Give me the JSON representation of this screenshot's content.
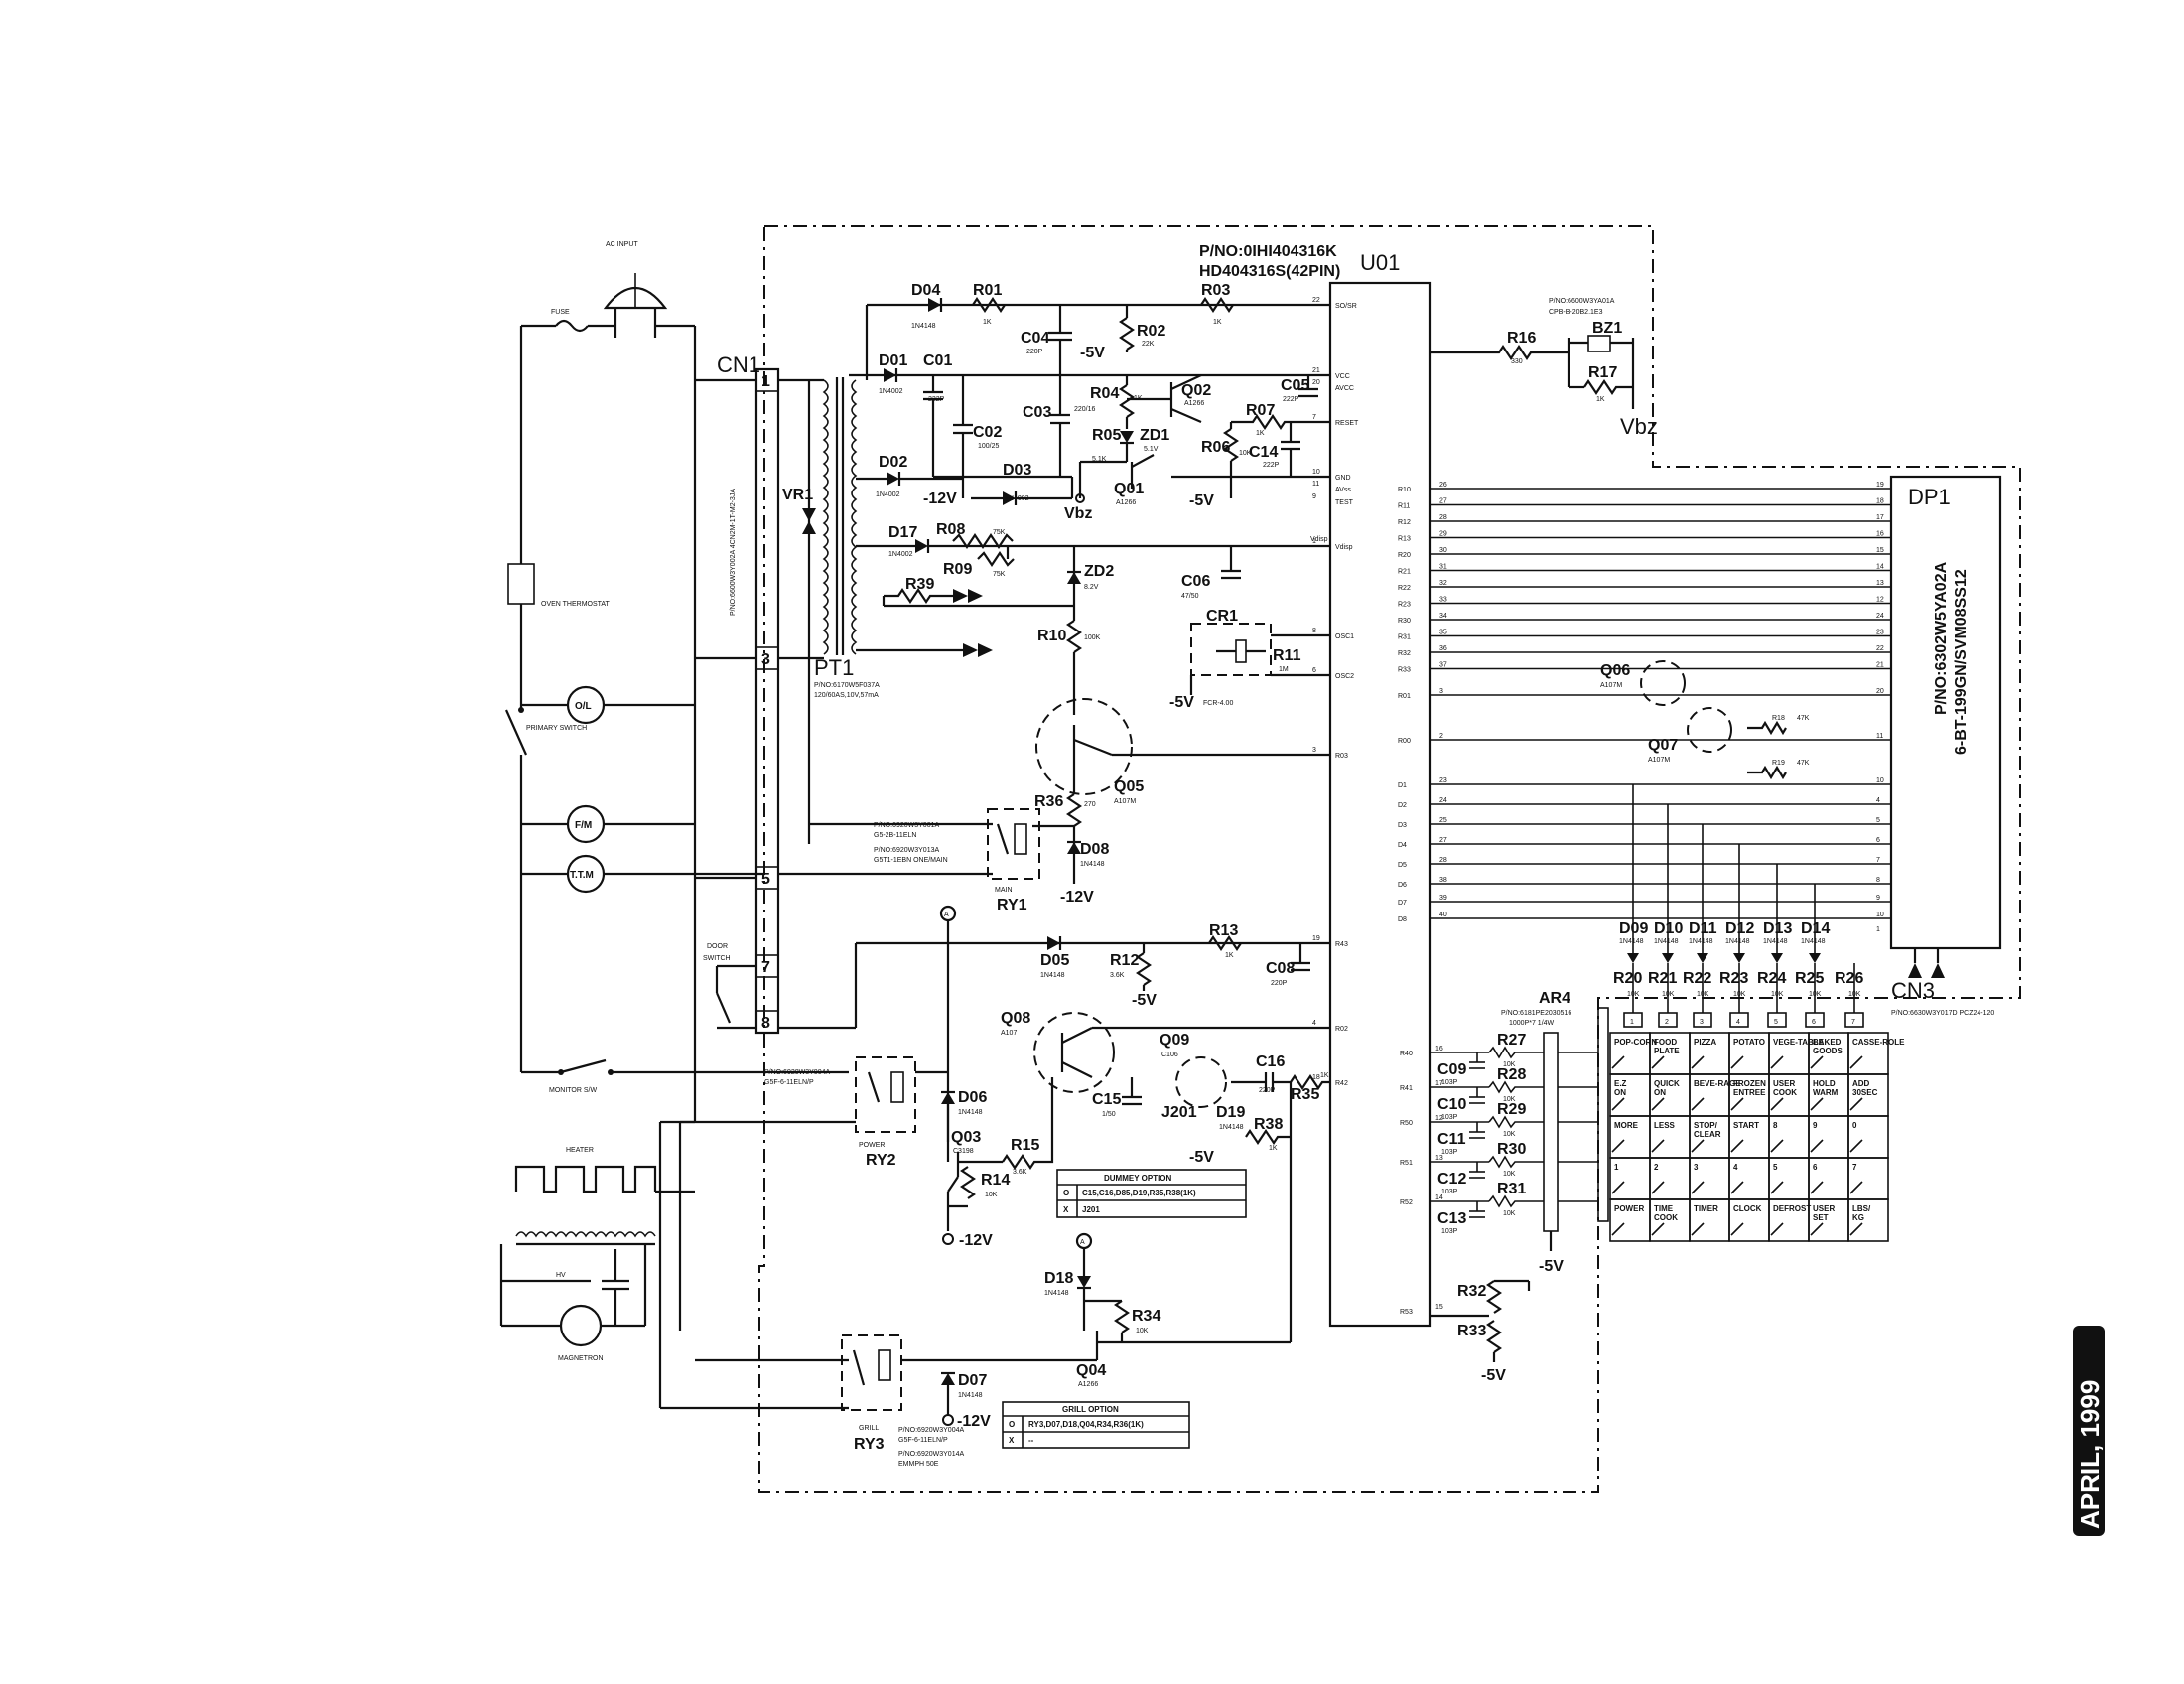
{
  "u01": {
    "label": "U01",
    "pn_line1": "P/NO:0IHI404316K",
    "pn_line2": "HD404316S(42PIN)",
    "left_pins": [
      {
        "name": "SO/SR",
        "num": "22"
      },
      {
        "name": "VCC",
        "num": "21"
      },
      {
        "name": "AVCC",
        "num": "20"
      },
      {
        "name": "RESET",
        "num": "7"
      },
      {
        "name": "GND",
        "num": "10"
      },
      {
        "name": "AVss",
        "num": "11"
      },
      {
        "name": "TEST",
        "num": "9"
      },
      {
        "name": "Vdisp",
        "num": "1"
      },
      {
        "name": "OSC1",
        "num": "8"
      },
      {
        "name": "OSC2",
        "num": "6"
      },
      {
        "name": "R03",
        "num": "3"
      },
      {
        "name": "R43",
        "num": "19"
      },
      {
        "name": "R02",
        "num": "4"
      },
      {
        "name": "R42",
        "num": "18"
      }
    ],
    "right_pins": [
      {
        "name": "R10",
        "num": "26"
      },
      {
        "name": "R11",
        "num": "27"
      },
      {
        "name": "R12",
        "num": "28"
      },
      {
        "name": "R13",
        "num": "29"
      },
      {
        "name": "R20",
        "num": "30"
      },
      {
        "name": "R21",
        "num": "31"
      },
      {
        "name": "R22",
        "num": "32"
      },
      {
        "name": "R23",
        "num": "33"
      },
      {
        "name": "R30",
        "num": "34"
      },
      {
        "name": "R31",
        "num": "35"
      },
      {
        "name": "R32",
        "num": "36"
      },
      {
        "name": "R33",
        "num": "37"
      },
      {
        "name": "R01",
        "num": "3"
      },
      {
        "name": "R00",
        "num": "2"
      },
      {
        "name": "D1",
        "num": "23"
      },
      {
        "name": "D2",
        "num": "24"
      },
      {
        "name": "D3",
        "num": "25"
      },
      {
        "name": "D4",
        "num": "27"
      },
      {
        "name": "D5",
        "num": "28"
      },
      {
        "name": "D6",
        "num": "38"
      },
      {
        "name": "D7",
        "num": "39"
      },
      {
        "name": "D8",
        "num": "40"
      }
    ],
    "key_pins": [
      {
        "name": "R40",
        "num": "16"
      },
      {
        "name": "R41",
        "num": "17"
      },
      {
        "name": "R50",
        "num": "12"
      },
      {
        "name": "R51",
        "num": "13"
      },
      {
        "name": "R52",
        "num": "14"
      },
      {
        "name": "R53",
        "num": "15"
      }
    ]
  },
  "cn1": {
    "label": "CN1",
    "pins": [
      "1",
      "3",
      "5",
      "7",
      "8"
    ],
    "side_text": "P/NO:6600W3Y002A  4CN2M-1T-M2-3JA"
  },
  "cn3": {
    "label": "CN3",
    "pn": "P/NO:6630W3Y017D  PCZ24-120"
  },
  "dp1": {
    "label": "DP1",
    "vertical_text": [
      "P/NO:6302W5YA02A",
      "6-BT-199GN/SVM08SS12"
    ],
    "pins": [
      "19",
      "18",
      "17",
      "16",
      "15",
      "14",
      "13",
      "12",
      "24",
      "23",
      "22",
      "21",
      "20",
      "11",
      "10",
      "4",
      "5",
      "6",
      "7",
      "8",
      "9",
      "10",
      "1"
    ]
  },
  "ac_section": {
    "ac_input": "AC INPUT",
    "fuse": "FUSE",
    "oven_thermostat": "OVEN THERMOSTAT",
    "primary_switch": "PRIMARY SWITCH",
    "ol": "O/L",
    "fm": "F/M",
    "ttm": "T.T.M",
    "door_switch": [
      "DOOR",
      "SWITCH"
    ],
    "monitor_switch": "MONITOR S/W",
    "heater": "HEATER",
    "hv": "HV",
    "magnetron": "MAGNETRON"
  },
  "parts": {
    "D04": "D04",
    "D01": "D01",
    "D02": "D02",
    "D03": "D03",
    "D17": "D17",
    "D05": "D05",
    "D06": "D06",
    "D07": "D07",
    "D08": "D08",
    "D18": "D18",
    "D19": "D19",
    "C01": "C01",
    "C02": "C02",
    "C03": "C03",
    "C04": "C04",
    "C05": "C05",
    "C06": "C06",
    "C08": "C08",
    "C14": "C14",
    "C15": "C15",
    "C16": "C16",
    "R01": "R01",
    "R02": "R02",
    "R03": "R03",
    "R04": "R04",
    "R05": "R05",
    "R06": "R06",
    "R07": "R07",
    "R08": "R08",
    "R09": "R09",
    "R10": "R10",
    "R11": "R11",
    "R12": "R12",
    "R13": "R13",
    "R14": "R14",
    "R15": "R15",
    "R16": "R16",
    "R17": "R17",
    "R18": "R18",
    "R19": "R19",
    "R34": "R34",
    "R35": "R35",
    "R36": "R36",
    "R38": "R38",
    "R39": "R39",
    "Q01": "Q01",
    "Q02": "Q02",
    "Q03": "Q03",
    "Q04": "Q04",
    "Q05": "Q05",
    "Q06": "Q06",
    "Q07": "Q07",
    "Q08": "Q08",
    "Q09": "Q09",
    "ZD1": "ZD1",
    "ZD2": "ZD2",
    "VR1": "VR1",
    "CR1": "CR1",
    "BZ1": "BZ1",
    "PT1": "PT1",
    "J201": "J201",
    "AR4": "AR4",
    "RY1": "RY1",
    "RY2": "RY2",
    "RY3": "RY3",
    "main": "MAIN",
    "power": "POWER",
    "grill": "GRILL"
  },
  "values": {
    "D04": "1N4148",
    "D01": "1N4002",
    "D02": "1N4002",
    "D03": "1N4002",
    "D17": "1N4002",
    "R01": "1K",
    "R02": "22K",
    "R03": "1K",
    "C04": "220P",
    "C01": "222P",
    "C02": "100/25",
    "C03": "220/16",
    "C05": "222P",
    "C14": "222P",
    "ZD1": "5.1V",
    "R05": "5.1K",
    "R04": "1K",
    "R06": "10K",
    "R07": "1K",
    "Q02": "A1266",
    "Q01": "A1266",
    "R08": "75K",
    "R09": "75K",
    "ZD2": "8.2V",
    "C06": "47/50",
    "R10": "100K",
    "R11": "1M",
    "CR1": "FCR-4.00",
    "Q05": "A107M",
    "R36": "270",
    "D08": "1N4148",
    "R12": "3.6K",
    "R13": "1K",
    "C08": "220P",
    "D05": "1N4148",
    "Q08": "A107",
    "Q09": "C106",
    "C16": "220P",
    "C15": "1/50",
    "D19": "1N4148",
    "R35": "1K",
    "R38": "1K",
    "D06": "1N4148",
    "Q03": "C3198",
    "R15": "3.6K",
    "R14": "10K",
    "R34": "10K",
    "D18": "1N4148",
    "Q04": "A1266",
    "D07": "1N4148",
    "R16": "330",
    "R17": "1K",
    "R18": "47K",
    "R19": "47K",
    "Q06": "A107M",
    "Q07": "A107M",
    "pt1_pn": "P/NO:6170W5F037A",
    "pt1_rating": "120/60AS,10V,57mA"
  },
  "rails": {
    "m5v": "-5V",
    "m12v": "-12V",
    "vbz": "Vbz",
    "vdisp": "Vdisp",
    "gnd": "GND"
  },
  "ry1_pn": [
    "P/NO:6920W3Y001A",
    "G5-2B-11ELN",
    "P/NO:6920W3Y013A",
    "G5T1-1EBN ONE/MAIN"
  ],
  "ry2_pn": [
    "P/NO:6920W3Y004A",
    "G5F-6-11ELN/P"
  ],
  "ry3_pn": [
    "P/NO:6920W3Y004A",
    "G5F-6-11ELN/P",
    "P/NO:6920W3Y014A",
    "EMMPH 50E"
  ],
  "bz1_pn": [
    "P/NO:6600W3YA01A",
    "CPB-B-20B2.1E3"
  ],
  "ar4": {
    "pn": "P/NO:6181PE2030516",
    "value": "1000P*7 1/4W"
  },
  "key_caps": [
    "C09",
    "C10",
    "C11",
    "C12",
    "C13"
  ],
  "key_resistors": [
    "R27",
    "R28",
    "R29",
    "R30",
    "R31"
  ],
  "cap_values": [
    "103P",
    "103P",
    "103P",
    "103P",
    "103P"
  ],
  "res_values": [
    "10K",
    "10K",
    "10K",
    "10K",
    "10K"
  ],
  "key_diodes": [
    "D09",
    "D10",
    "D11",
    "D12",
    "D13",
    "D14"
  ],
  "key_diode_value": "1N4148",
  "key_pullups": [
    "R20",
    "R21",
    "R22",
    "R23",
    "R24",
    "R25",
    "R26"
  ],
  "key_pullup_value": "10K",
  "r32": "R32",
  "r33": "R33",
  "cn3_pin_nums": [
    "1",
    "2",
    "3",
    "4",
    "5",
    "6",
    "7"
  ],
  "keypad_rows": [
    [
      "POP-CORN",
      "FOOD PLATE",
      "PIZZA",
      "POTATO",
      "VEGE-TABLE",
      "BAKED GOODS",
      "CASSE-ROLE"
    ],
    [
      "E.Z ON",
      "QUICK ON",
      "BEVE-RAGE",
      "FROZEN ENTREE",
      "USER COOK",
      "HOLD WARM",
      "ADD 30SEC"
    ],
    [
      "MORE",
      "LESS",
      "STOP/ CLEAR",
      "START",
      "8",
      "9",
      "0"
    ],
    [
      "1",
      "2",
      "3",
      "4",
      "5",
      "6",
      "7"
    ],
    [
      "POWER",
      "TIME COOK",
      "TIMER",
      "CLOCK",
      "DEFROST",
      "USER SET",
      "LBS/ KG"
    ]
  ],
  "dummy_option": {
    "title": "DUMMEY OPTION",
    "rows": [
      {
        "mark": "O",
        "parts": "C15,C16,D85,D19,R35,R38(1K)"
      },
      {
        "mark": "X",
        "parts": "J201"
      }
    ]
  },
  "grill_option": {
    "title": "GRILL OPTION",
    "rows": [
      {
        "mark": "O",
        "parts": "RY3,D07,D18,Q04,R34,R36(1K)"
      },
      {
        "mark": "X",
        "parts": "--"
      }
    ]
  },
  "markers": {
    "a": "A"
  },
  "corner_stamp": "APRIL, 1999"
}
